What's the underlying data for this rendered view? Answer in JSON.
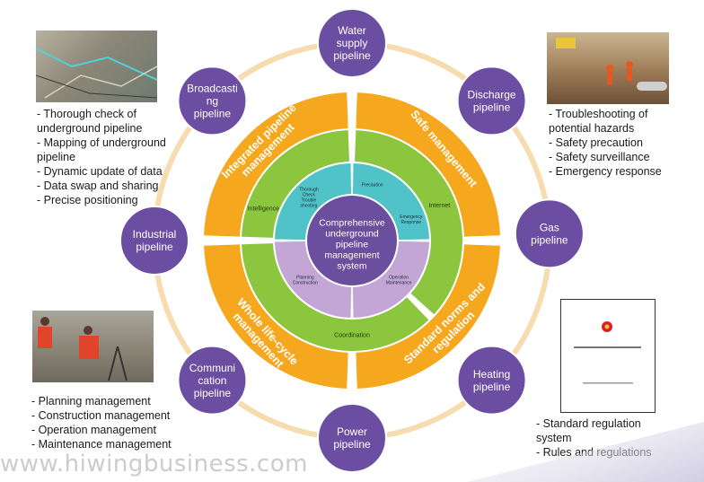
{
  "center": {
    "lines": [
      "Comprehensive",
      "underground",
      "pipeline",
      "management",
      "system"
    ]
  },
  "rings": {
    "outer": [
      {
        "name": "integrated",
        "lines": [
          "Integrated pipeline",
          "management"
        ]
      },
      {
        "name": "safe",
        "lines": [
          "Safe management"
        ]
      },
      {
        "name": "standard",
        "lines": [
          "Standard norms and",
          "regulation"
        ]
      },
      {
        "name": "lifecycle",
        "lines": [
          "Whole life-cycle",
          "management"
        ]
      }
    ],
    "middle": [
      "Intelligence",
      "Internet",
      "Coordination"
    ],
    "inner": [
      {
        "name": "check",
        "lines": [
          "Thorough",
          "Check",
          "Trouble",
          "shooting"
        ]
      },
      {
        "name": "precaution",
        "lines": [
          "Precaution"
        ]
      },
      {
        "name": "emergency",
        "lines": [
          "Emergency",
          "Response"
        ]
      },
      {
        "name": "planning",
        "lines": [
          "Planning",
          "Construction"
        ]
      },
      {
        "name": "operation",
        "lines": [
          "Operation",
          "Maintenance"
        ]
      }
    ]
  },
  "pipelines": [
    {
      "name": "water",
      "lines": [
        "Water",
        "supply",
        "pipeline"
      ]
    },
    {
      "name": "discharge",
      "lines": [
        "Discharge",
        "pipeline"
      ]
    },
    {
      "name": "gas",
      "lines": [
        "Gas",
        "pipeline"
      ]
    },
    {
      "name": "heating",
      "lines": [
        "Heating",
        "pipeline"
      ]
    },
    {
      "name": "power",
      "lines": [
        "Power",
        "pipeline"
      ]
    },
    {
      "name": "communication",
      "lines": [
        "Communi",
        "cation",
        "pipeline"
      ]
    },
    {
      "name": "industrial",
      "lines": [
        "Industrial",
        "pipeline"
      ]
    },
    {
      "name": "broadcasting",
      "lines": [
        "Broadcasti",
        "ng",
        "pipeline"
      ]
    }
  ],
  "panels": {
    "top_left": [
      "- Thorough check of",
      "underground pipeline",
      "- Mapping of underground",
      "pipeline",
      "- Dynamic update of data",
      "- Data swap and sharing",
      "- Precise positioning"
    ],
    "top_right": [
      "- Troubleshooting of",
      "potential hazards",
      "- Safety precaution",
      "- Safety surveillance",
      "- Emergency response"
    ],
    "bottom_left": [
      "- Planning management",
      "- Construction management",
      "- Operation management",
      "- Maintenance management"
    ],
    "bottom_right": [
      "- Standard regulation",
      "system",
      "- Rules and regulations"
    ]
  },
  "watermark": "www.hiwingbusiness.com",
  "colors": {
    "outer_ring": "#f5a71e",
    "middle_ring": "#8cc63f",
    "inner_top": "#4fc3c8",
    "inner_bottom": "#c3a6d6",
    "center": "#6b4e9e",
    "pipeline_node": "#6b4ea1",
    "connector": "#f6dcae"
  }
}
